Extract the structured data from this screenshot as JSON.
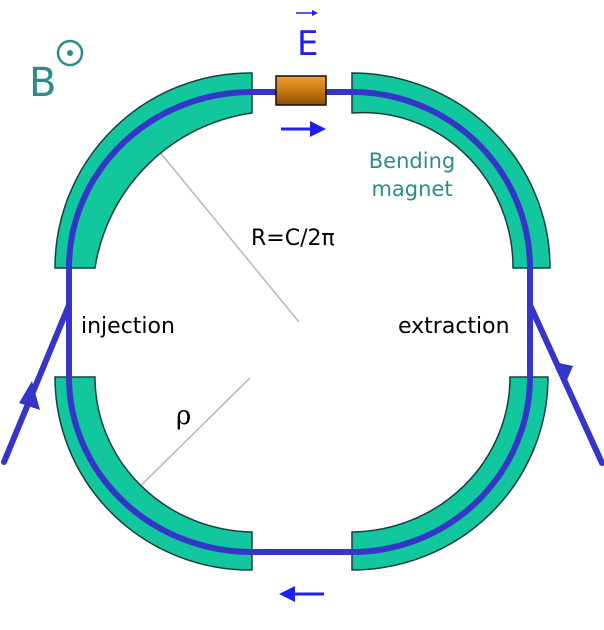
{
  "labels": {
    "magnetic_field": "B",
    "electric_field": "E",
    "radius_formula": "R=C/2π",
    "bending_radius": "ρ",
    "injection": "injection",
    "extraction": "extraction",
    "bending_magnet_line1": "Bending",
    "bending_magnet_line2": "magnet"
  },
  "colors": {
    "beam": "#3535c8",
    "magnet_fill": "#12c79e",
    "magnet_stroke": "#1b3d3d",
    "label_teal": "#2e8b8b",
    "cavity_fill": "#c87a10",
    "guide_line": "#b8b8b8",
    "text": "#000000"
  }
}
